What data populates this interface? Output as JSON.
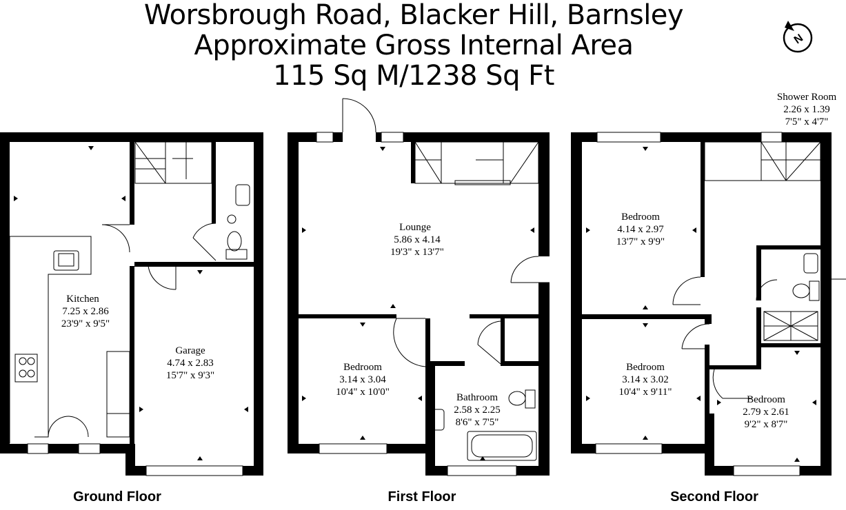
{
  "title": {
    "line1": "Worsbrough Road, Blacker Hill, Barnsley",
    "line2": "Approximate Gross Internal Area",
    "line3": "115 Sq M/1238 Sq Ft"
  },
  "compass": {
    "icon": "north-compass-icon",
    "letter": "N"
  },
  "floors": [
    {
      "label": "Ground Floor"
    },
    {
      "label": "First Floor"
    },
    {
      "label": "Second Floor"
    }
  ],
  "rooms": {
    "kitchen": {
      "name": "Kitchen",
      "metric": "7.25 x 2.86",
      "imperial": "23'9\" x 9'5\""
    },
    "garage": {
      "name": "Garage",
      "metric": "4.74 x 2.83",
      "imperial": "15'7\" x 9'3\""
    },
    "lounge": {
      "name": "Lounge",
      "metric": "5.86 x 4.14",
      "imperial": "19'3\" x 13'7\""
    },
    "bedroom_ff": {
      "name": "Bedroom",
      "metric": "3.14 x 3.04",
      "imperial": "10'4\" x 10'0\""
    },
    "bathroom": {
      "name": "Bathroom",
      "metric": "2.58 x 2.25",
      "imperial": "8'6\" x 7'5\""
    },
    "bedroom_sf_top": {
      "name": "Bedroom",
      "metric": "4.14 x 2.97",
      "imperial": "13'7\" x 9'9\""
    },
    "bedroom_sf_left": {
      "name": "Bedroom",
      "metric": "3.14 x 3.02",
      "imperial": "10'4\" x 9'11\""
    },
    "bedroom_sf_right": {
      "name": "Bedroom",
      "metric": "2.79 x 2.61",
      "imperial": "9'2\" x 8'7\""
    },
    "shower_room": {
      "name": "Shower Room",
      "metric": "2.26 x 1.39",
      "imperial": "7'5\" x 4'7\""
    }
  }
}
